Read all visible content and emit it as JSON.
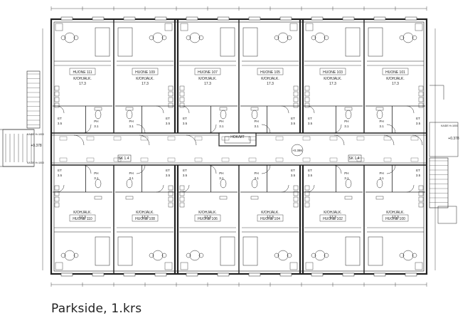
{
  "caption": "Parkside, 1.krs",
  "rooms_top": [
    {
      "name": "HUONE 111",
      "kitchen": "K/OHJALK.",
      "kitchen_area": "17.3",
      "et": "ET",
      "et_area": "3.5",
      "ph": "PH",
      "ph_area": "3.1"
    },
    {
      "name": "HUONE 109",
      "kitchen": "K/OHJALK.",
      "kitchen_area": "17.3",
      "et": "ET",
      "et_area": "3.5",
      "ph": "PH",
      "ph_area": "3.1"
    },
    {
      "name": "HUONE 107",
      "kitchen": "K/OHJALK.",
      "kitchen_area": "17.3",
      "et": "ET",
      "et_area": "3.5",
      "ph": "PH",
      "ph_area": "3.1"
    },
    {
      "name": "HUONE 105",
      "kitchen": "K/OHJALK.",
      "kitchen_area": "17.3",
      "et": "ET",
      "et_area": "3.5",
      "ph": "PH",
      "ph_area": "3.1"
    },
    {
      "name": "HUONE 103",
      "kitchen": "K/OHJALK.",
      "kitchen_area": "17.3",
      "et": "ET",
      "et_area": "3.5",
      "ph": "PH",
      "ph_area": "3.1"
    },
    {
      "name": "HUONE 101",
      "kitchen": "K/OHJALK.",
      "kitchen_area": "17.3",
      "et": "ET",
      "et_area": "3.5",
      "ph": "PH",
      "ph_area": "3.1"
    }
  ],
  "rooms_bottom": [
    {
      "name": "HUONE 110",
      "kitchen": "K/OHJALK.",
      "kitchen_area": "17.3",
      "et": "ET",
      "et_area": "3.5",
      "ph": "PH",
      "ph_area": "3.1"
    },
    {
      "name": "HUONE 108",
      "kitchen": "K/OHJALK.",
      "kitchen_area": "17.3",
      "et": "ET",
      "et_area": "3.5",
      "ph": "PH",
      "ph_area": "3.1"
    },
    {
      "name": "HUONE 106",
      "kitchen": "K/OHJALK.",
      "kitchen_area": "17.3",
      "et": "ET",
      "et_area": "3.5",
      "ph": "PH",
      "ph_area": "3.1"
    },
    {
      "name": "HUONE 104",
      "kitchen": "K/OHJALK.",
      "kitchen_area": "17.3",
      "et": "ET",
      "et_area": "3.5",
      "ph": "PH",
      "ph_area": "3.1"
    },
    {
      "name": "HUONE 102",
      "kitchen": "K/OHJALK.",
      "kitchen_area": "17.3",
      "et": "ET",
      "et_area": "3.5",
      "ph": "PH",
      "ph_area": "3.1"
    },
    {
      "name": "HUONE 100",
      "kitchen": "K/OHJALK.",
      "kitchen_area": "17.3",
      "et": "ET",
      "et_area": "3.5",
      "ph": "PH",
      "ph_area": "3.1"
    }
  ],
  "corridor": {
    "center_label": "HOK/MT",
    "sk_left": "SK 1.4",
    "sk_right": "SK 1.4",
    "level_left": "+0.378",
    "level_center": "+0.398",
    "level_right": "+0.378",
    "kaide_label": "KAIDE H=1000"
  }
}
